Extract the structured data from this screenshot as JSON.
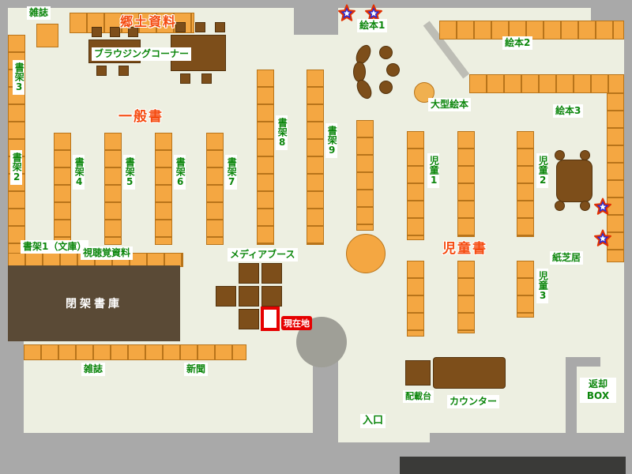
{
  "colors": {
    "floor": "#EDEFE1",
    "wall": "#A9A9A9",
    "shelf": "#F4A742",
    "shelf_border": "#B8741A",
    "table": "#7D4E1A",
    "dark_stack": "#5A4A36",
    "label_green": "#0C860C",
    "area_red": "#F54A0F",
    "marker_red": "#E60000"
  },
  "areas": {
    "kyodo": "郷土資料",
    "ippan": "一般書",
    "jido": "児童書"
  },
  "labels": {
    "zasshi_top": "雑誌",
    "browsing": "ブラウジングコーナー",
    "shoka2": "書架2",
    "shoka3": "書架3",
    "shoka4": "書架4",
    "shoka5": "書架5",
    "shoka6": "書架6",
    "shoka7": "書架7",
    "shoka8": "書架8",
    "shoka9": "書架9",
    "ehon1": "絵本1",
    "ehon2": "絵本2",
    "ehon3": "絵本3",
    "ogata_ehon": "大型絵本",
    "jido1": "児童1",
    "jido2": "児童2",
    "jido3": "児童3",
    "kamishibai": "紙芝居",
    "shoka1_bunko": "書架1（文庫）",
    "shichokaku": "視聴覚資料",
    "media_booth": "メディアブース",
    "heika_shoko": "閉架書庫",
    "genzaichi": "現在地",
    "zasshi_bottom": "雑誌",
    "shinbun": "新聞",
    "haisaidai": "配載台",
    "counter": "カウンター",
    "iriguchi": "入口",
    "henkyaku_box": "返却BOX"
  }
}
